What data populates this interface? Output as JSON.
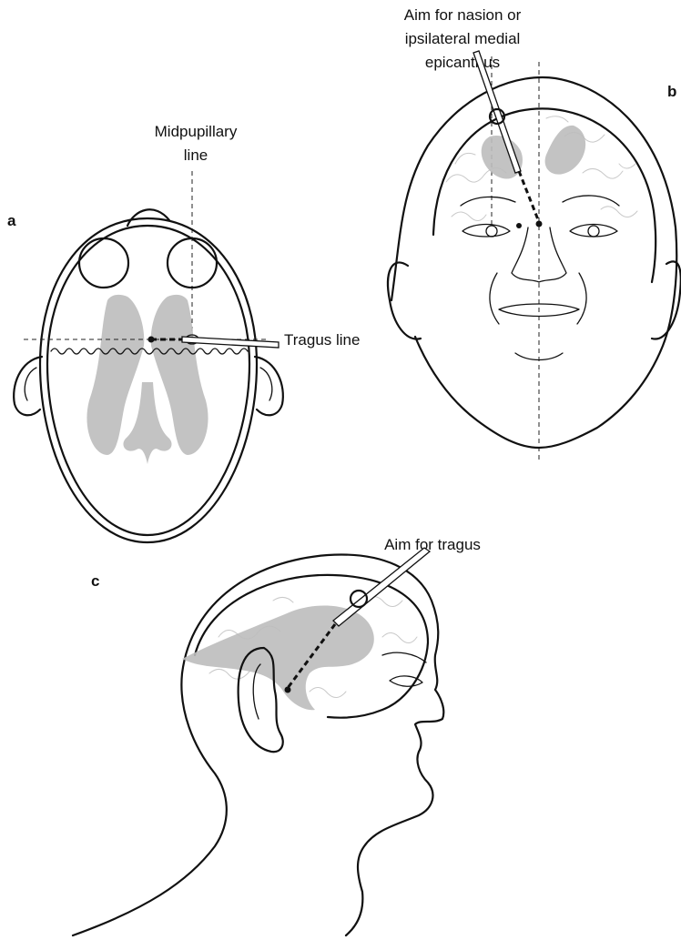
{
  "panels": {
    "a": {
      "letter": "a",
      "label_midpupillary_line1": "Midpupillary",
      "label_midpupillary_line2": "line",
      "label_tragus": "Tragus line"
    },
    "b": {
      "letter": "b",
      "label_line1": "Aim for nasion or",
      "label_line2": "ipsilateral medial",
      "label_line3": "epicanthus"
    },
    "c": {
      "letter": "c",
      "label_aim": "Aim for tragus"
    }
  },
  "colors": {
    "ink": "#111111",
    "ventricle": "#bdbdbd",
    "brain_gyri": "#c9c9c9"
  }
}
